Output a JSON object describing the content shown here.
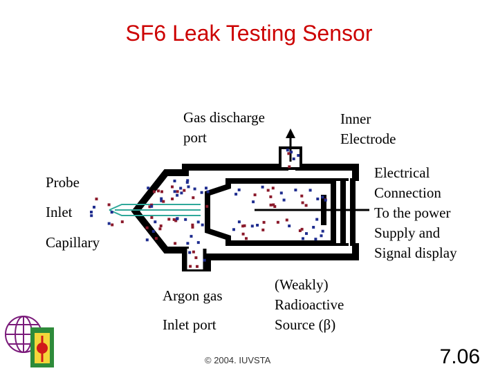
{
  "title": "SF6 Leak Testing Sensor",
  "labels": {
    "gas_discharge_port": [
      "Gas discharge",
      "port"
    ],
    "inner_electrode": [
      "Inner",
      "Electrode"
    ],
    "electrical_connection": [
      "Electrical",
      "Connection",
      "To the power",
      "Supply and",
      "Signal display"
    ],
    "probe": "Probe",
    "inlet": "Inlet",
    "capillary": "Capillary",
    "argon_inlet": [
      "Argon gas",
      "Inlet port"
    ],
    "radioactive_source": [
      "(Weakly)",
      "Radioactive",
      "Source (β)"
    ]
  },
  "footer": "© 2004. IUVSTA",
  "slide_number": "7.06",
  "colors": {
    "title": "#cc0000",
    "argon_dots": "#1f2d8f",
    "sf6_dots": "#8b1a2b",
    "capillary_tube": "#2fa89a",
    "housing": "#000000"
  }
}
